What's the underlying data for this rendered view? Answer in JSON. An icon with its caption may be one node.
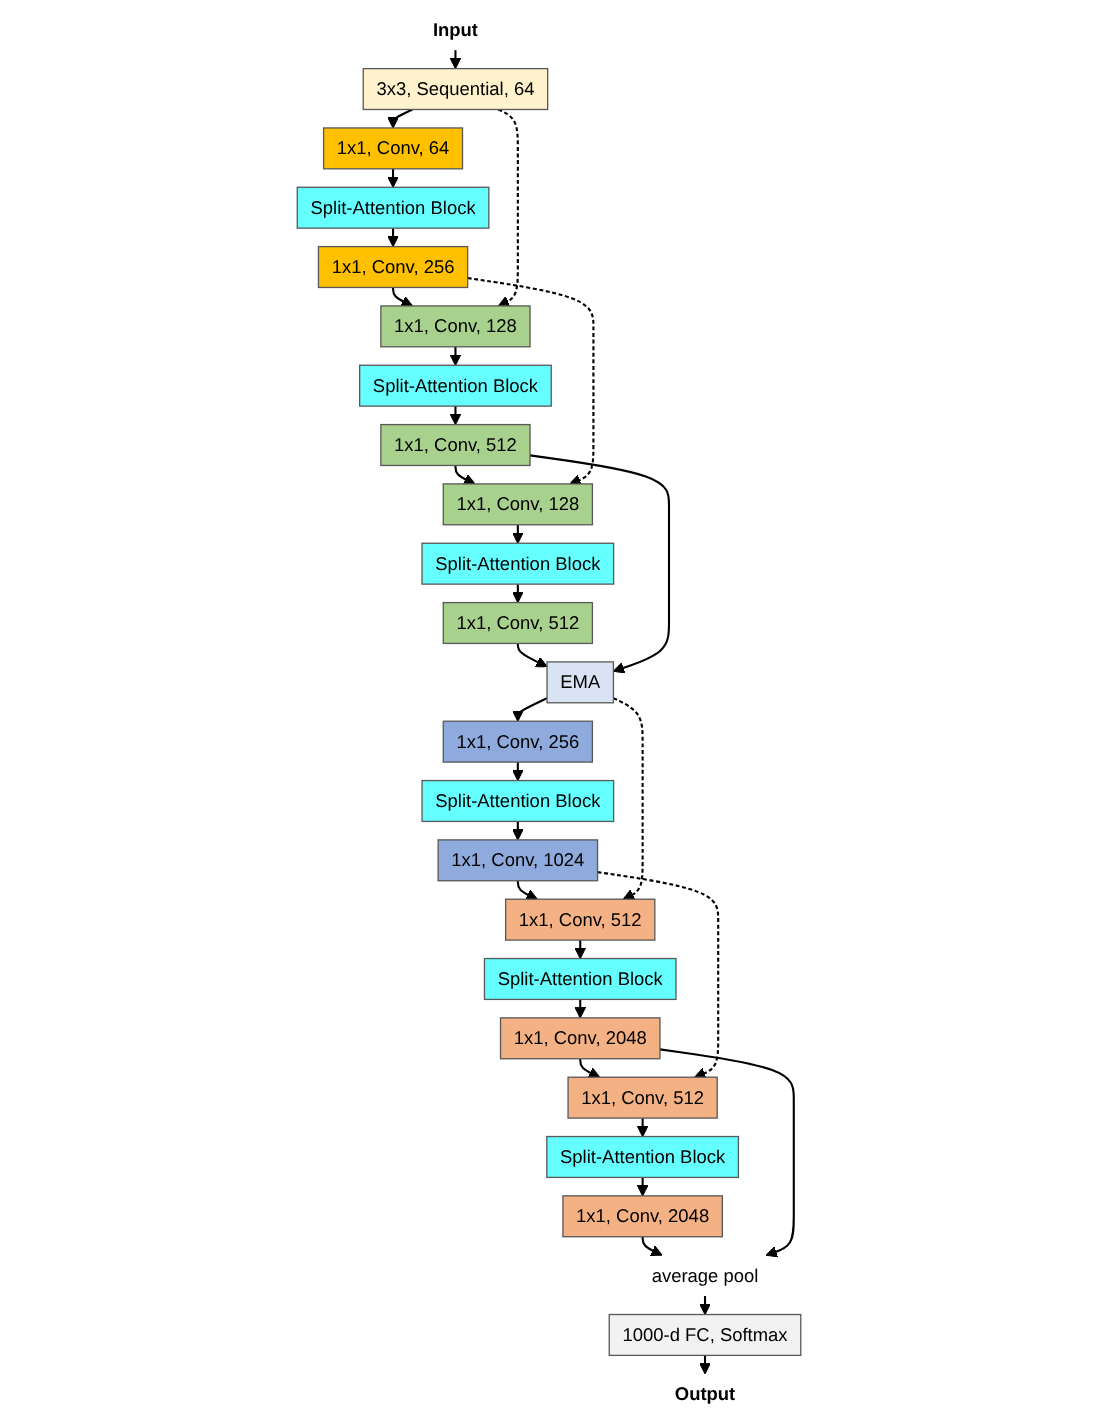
{
  "diagram": {
    "nodes": [
      {
        "text": [
          "Input"
        ]
      },
      {
        "text": [
          "3x3, Sequential, 64"
        ]
      },
      {
        "text": [
          "1x1, Conv, 64"
        ]
      },
      {
        "text": [
          "Split-Attention Block"
        ]
      },
      {
        "text": [
          "1x1, Conv, 256"
        ]
      },
      {
        "text": [
          "1x1, Conv, 128"
        ]
      },
      {
        "text": [
          "Split-Attention Block"
        ]
      },
      {
        "text": [
          "1x1, Conv, 512"
        ]
      },
      {
        "text": [
          "1x1, Conv, 128"
        ]
      },
      {
        "text": [
          "Split-Attention Block"
        ]
      },
      {
        "text": [
          "1x1, Conv, 512"
        ]
      },
      {
        "text": [
          "EMA"
        ]
      },
      {
        "text": [
          "1x1, Conv, 256"
        ]
      },
      {
        "text": [
          "Split-Attention Block"
        ]
      },
      {
        "text": [
          "1x1, Conv, 1024"
        ]
      },
      {
        "text": [
          "1x1, Conv, 512"
        ]
      },
      {
        "text": [
          "Split-Attention Block"
        ]
      },
      {
        "text": [
          "1x1, Conv, 2048"
        ]
      },
      {
        "text": [
          "1x1, Conv, 512"
        ]
      },
      {
        "text": [
          "Split-Attention Block"
        ]
      },
      {
        "text": [
          "1x1, Conv, 2048"
        ]
      },
      {
        "text": [
          "average pool"
        ]
      },
      {
        "text": [
          "1000-d FC, Softmax"
        ]
      },
      {
        "text": [
          "Output"
        ]
      }
    ],
    "edges": [
      {
        "from": 0,
        "to": 1,
        "arrow": "to"
      },
      {
        "from": 1,
        "to": 2,
        "arrow": "to"
      },
      {
        "from": 2,
        "to": 3,
        "arrow": "to"
      },
      {
        "from": 3,
        "to": 4,
        "arrow": "to"
      },
      {
        "from": 4,
        "to": 5,
        "arrow": "to"
      },
      {
        "from": 5,
        "to": 6,
        "arrow": "to"
      },
      {
        "from": 6,
        "to": 7,
        "arrow": "to"
      },
      {
        "from": 7,
        "to": 8,
        "arrow": "to"
      },
      {
        "from": 8,
        "to": 9,
        "arrow": "to"
      },
      {
        "from": 9,
        "to": 10,
        "arrow": "to"
      },
      {
        "from": 10,
        "to": 11,
        "arrow": "to"
      },
      {
        "from": 11,
        "to": 12,
        "arrow": "to"
      },
      {
        "from": 12,
        "to": 13,
        "arrow": "to"
      },
      {
        "from": 13,
        "to": 14,
        "arrow": "to"
      },
      {
        "from": 14,
        "to": 15,
        "arrow": "to"
      },
      {
        "from": 15,
        "to": 16,
        "arrow": "to"
      },
      {
        "from": 16,
        "to": 17,
        "arrow": "to"
      },
      {
        "from": 17,
        "to": 18,
        "arrow": "to"
      },
      {
        "from": 18,
        "to": 19,
        "arrow": "to"
      },
      {
        "from": 19,
        "to": 20,
        "arrow": "to"
      },
      {
        "from": 20,
        "to": 21,
        "arrow": "to"
      },
      {
        "from": 21,
        "to": 22,
        "arrow": "to"
      },
      {
        "from": 22,
        "to": 23,
        "arrow": "to"
      },
      {
        "from": 1,
        "to": 5,
        "arrow": "to",
        "style": "dashed"
      },
      {
        "from": 4,
        "to": 8,
        "arrow": "to",
        "style": "dashed"
      },
      {
        "from": 7,
        "to": 11,
        "arrow": "to"
      },
      {
        "from": 11,
        "to": 15,
        "arrow": "to",
        "style": "dashed"
      },
      {
        "from": 14,
        "to": 18,
        "arrow": "to",
        "style": "dashed"
      },
      {
        "from": 17,
        "to": 21,
        "arrow": "to"
      }
    ]
  }
}
